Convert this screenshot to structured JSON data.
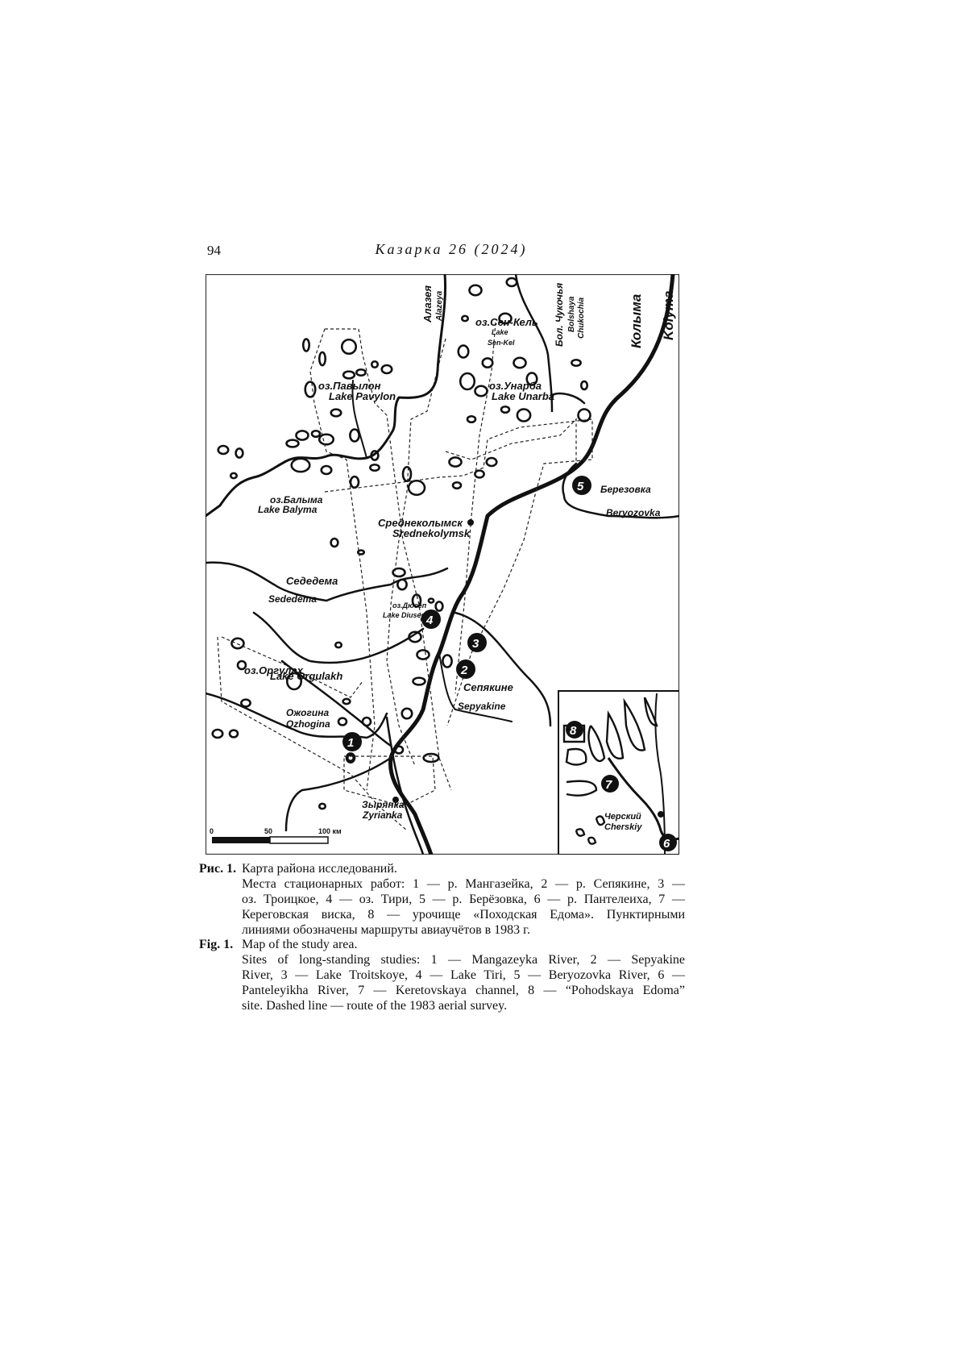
{
  "header": {
    "page_number": "94",
    "running_title": "Казарка 26 (2024)"
  },
  "map": {
    "rivers": {
      "alazeya_ru": "Алазея",
      "alazeya_en": "Alazeya",
      "chukochia_ru": "Бол. Чукочья",
      "chukochia_en1": "Bolshaya",
      "chukochia_en2": "Chukochia",
      "kolyma_ru": "Колыма",
      "kolyma_en": "Kolyma",
      "beryozovka_ru": "Березовка",
      "beryozovka_en": "Beryozovka",
      "sededema_ru": "Седедема",
      "sededema_en": "Sededema",
      "sepyakine_ru": "Сепякине",
      "sepyakine_en": "Sepyakine",
      "ozhogina_ru": "Ожогина",
      "ozhogina_en": "Ozhogina"
    },
    "lakes": {
      "senkel_ru": "оз.Сен-Кель",
      "senkel_en1": "Lake",
      "senkel_en2": "Sen-Kel",
      "pavylon_ru": "оз.Павылон",
      "pavylon_en": "Lake Pavylon",
      "unarba_ru": "оз.Унарба",
      "unarba_en": "Lake Unarba",
      "balyma_ru": "оз.Балыма",
      "balyma_en": "Lake Balyma",
      "diusep_ru": "оз.Дюсеп",
      "diusep_en": "Lake Diusep",
      "orgulakh_ru": "оз.Оргулах",
      "orgulakh_en": "Lake Orgulakh"
    },
    "towns": {
      "srednekolymsk_ru": "Среднеколымск",
      "srednekolymsk_en": "Srednekolymsk",
      "zyrianka_ru": "Зырянка",
      "zyrianka_en": "Zyrianka",
      "cherskiy_ru": "Черский",
      "cherskiy_en": "Cherskiy"
    },
    "sites": {
      "s1": "1",
      "s2": "2",
      "s3": "3",
      "s4": "4",
      "s5": "5",
      "s6": "6",
      "s7": "7",
      "s8": "8"
    },
    "scale": {
      "t0": "0",
      "t50": "50",
      "t100": "100 км"
    }
  },
  "caption": {
    "ru_label": "Рис. 1.",
    "ru_title": "Карта района исследований.",
    "ru_lines": [
      "Места стационарных работ: 1 — р. Мангазейка, 2 — р. Сепякине, 3 —",
      "оз. Троицкое, 4 — оз. Тири, 5 — р. Берёзовка, 6 — р. Пантелеиха, 7 —",
      "Кереговская виска, 8 — урочище «Походская Едома». Пунктирными",
      "линиями обозначены маршруты авиаучётов в 1983 г."
    ],
    "en_label": "Fig. 1.",
    "en_title": "Map of the study area.",
    "en_lines": [
      "Sites of long-standing studies: 1 — Mangazeyka River, 2 — Sepyakine",
      "River, 3 — Lake Troitskoye, 4 — Lake Tiri, 5 — Beryozovka River, 6 —",
      "Panteleyikha River, 7 — Keretovskaya channel, 8 — “Pohodskaya Edoma”",
      "site. Dashed line — route of the 1983 aerial survey."
    ]
  }
}
